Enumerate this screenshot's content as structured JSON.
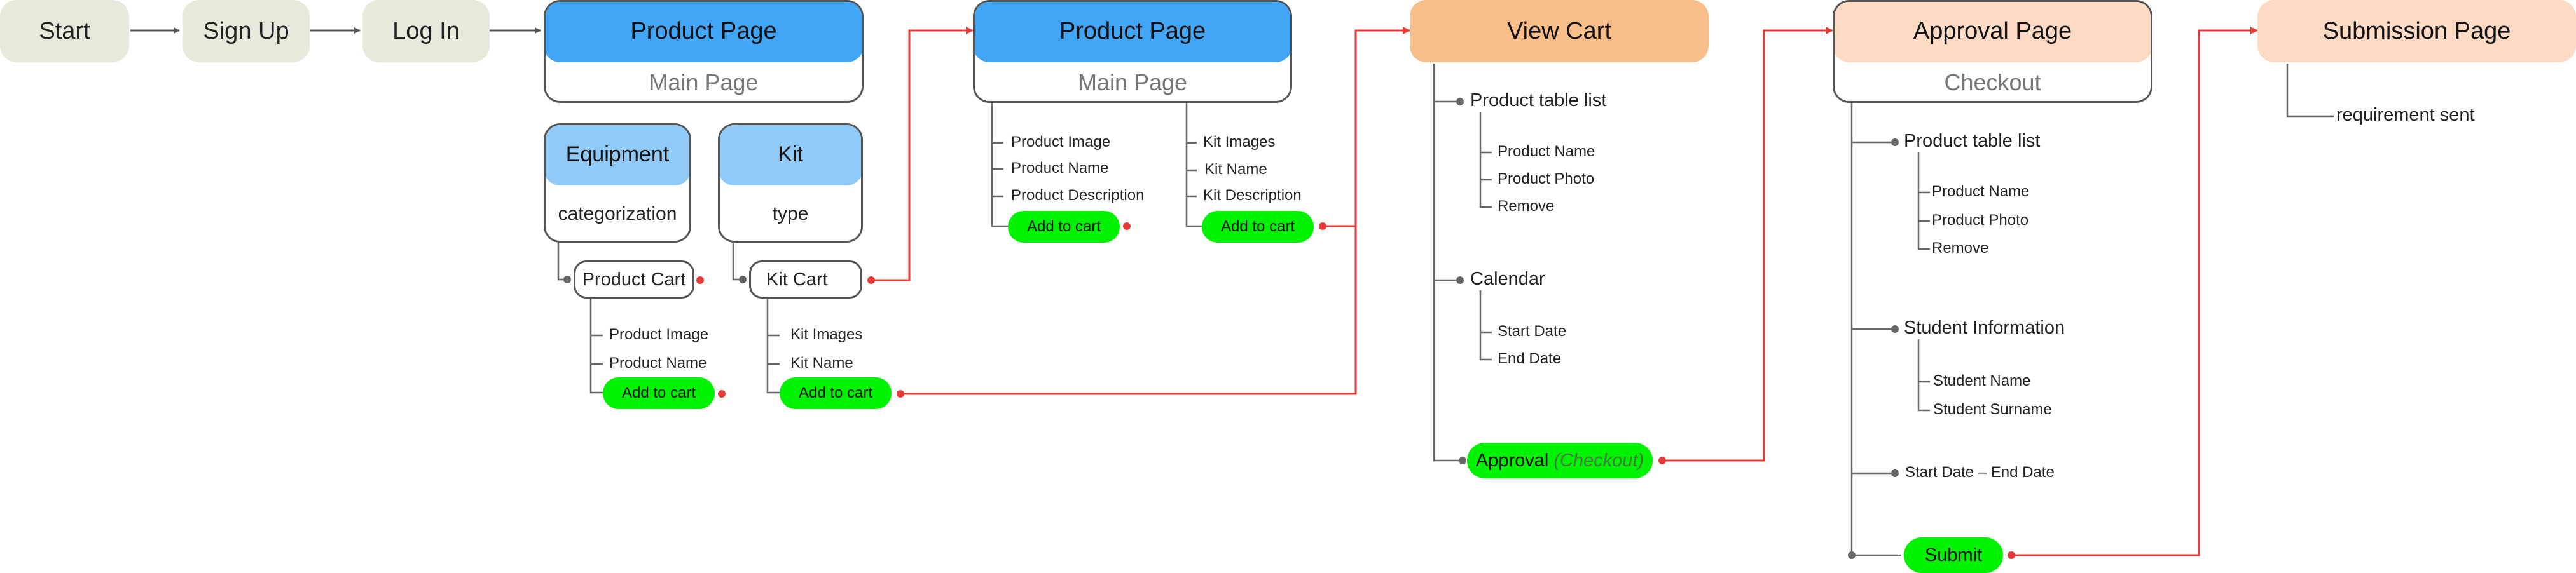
{
  "flow": {
    "start": "Start",
    "signup": "Sign Up",
    "login": "Log In"
  },
  "product_page_1": {
    "title": "Product Page",
    "subtitle": "Main Page",
    "equipment": {
      "title": "Equipment",
      "subtitle": "categorization"
    },
    "kit": {
      "title": "Kit",
      "subtitle": "type"
    },
    "product_cart": {
      "label": "Product Cart",
      "items": [
        "Product Image",
        "Product Name"
      ],
      "button": "Add  to cart"
    },
    "kit_cart": {
      "label": "Kit Cart",
      "items": [
        "Kit Images",
        "Kit Name"
      ],
      "button": "Add  to cart"
    }
  },
  "product_page_2": {
    "title": "Product Page",
    "subtitle": "Main Page",
    "product_items": [
      "Product Image",
      "Product Name",
      "Product Description"
    ],
    "product_button": "Add  to cart",
    "kit_items": [
      "Kit Images",
      "Kit Name",
      "Kit Description"
    ],
    "kit_button": "Add  to cart"
  },
  "view_cart": {
    "title": "View Cart",
    "product_table": "Product table list",
    "product_items": [
      "Product Name",
      "Product Photo",
      "Remove"
    ],
    "calendar": "Calendar",
    "calendar_items": [
      "Start Date",
      "End Date"
    ],
    "approval_button": "Approval",
    "approval_note": "(Checkout)"
  },
  "approval_page": {
    "title": "Approval Page",
    "subtitle": "Checkout",
    "product_table": "Product table list",
    "product_items": [
      "Product Name",
      "Product Photo",
      "Remove"
    ],
    "student_info": "Student Information",
    "student_items": [
      "Student Name",
      "Student Surname"
    ],
    "date_range": "Start Date – End Date",
    "submit_button": "Submit"
  },
  "submission_page": {
    "title": "Submission Page",
    "note": "requirement sent"
  },
  "colors": {
    "blue": "#42a5f5",
    "light_blue": "#90caf9",
    "orange": "#f8be8a",
    "peach": "#fddac3",
    "green": "#00f200",
    "start_gray": "#e5eadb",
    "connector_red": "#e53935",
    "connector_gray": "#555555"
  }
}
